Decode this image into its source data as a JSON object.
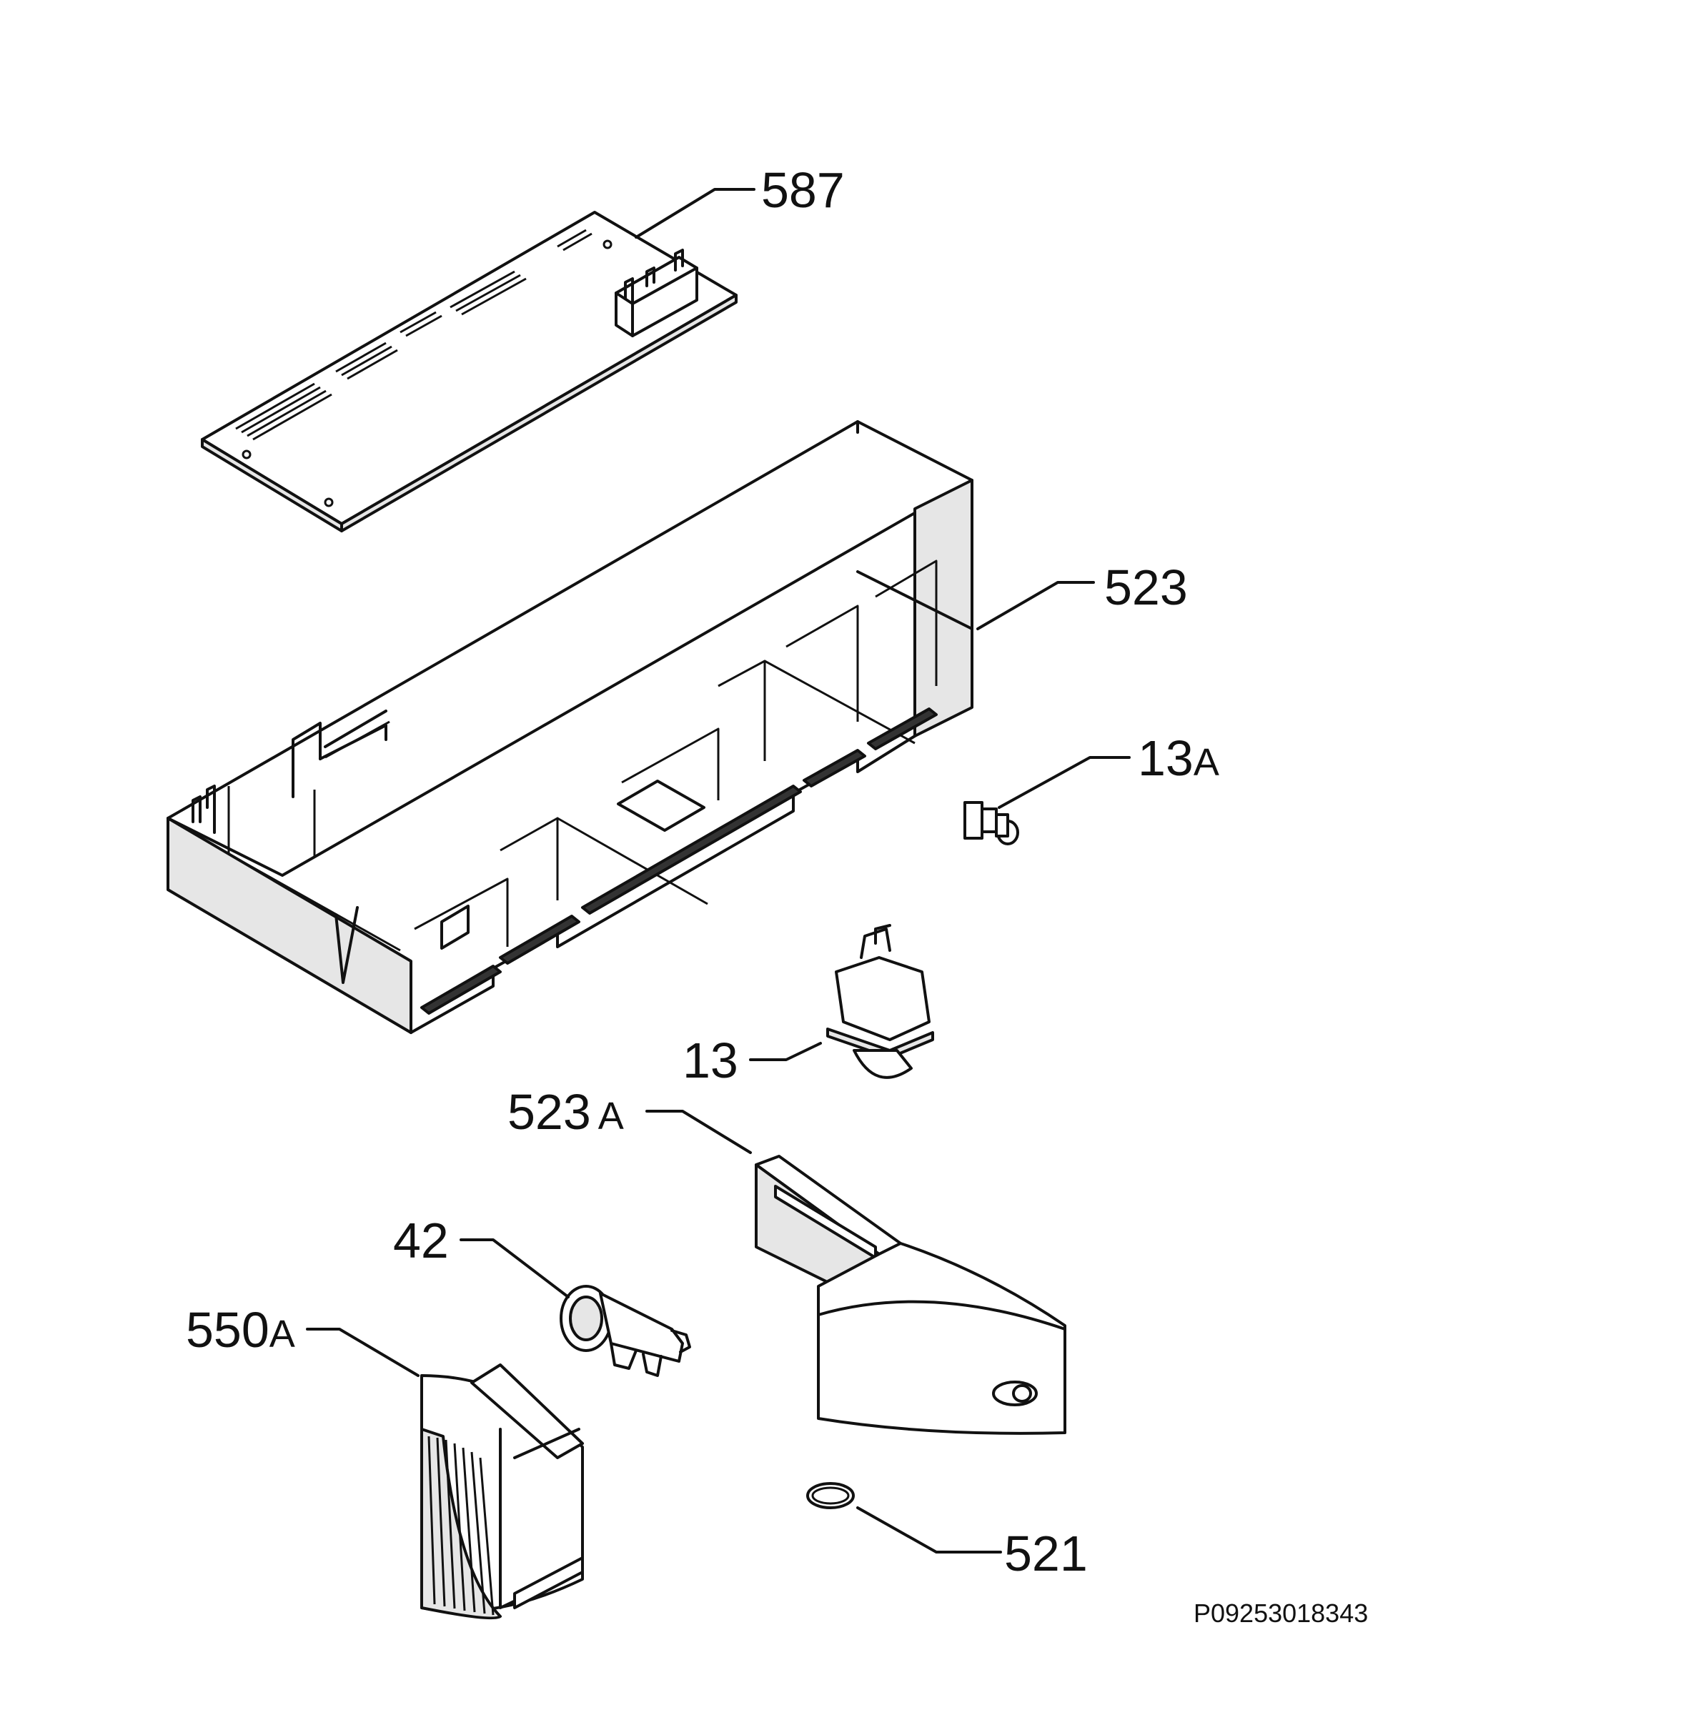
{
  "callouts": {
    "c587": "587",
    "c523": "523",
    "c13a_num": "13",
    "c13a_suf": "A",
    "c13": "13",
    "c523a_num": "523",
    "c523a_suf": "A",
    "c42": "42",
    "c550a_num": "550",
    "c550a_suf": "A",
    "c521": "521"
  },
  "drawing_code": "P09253018343"
}
